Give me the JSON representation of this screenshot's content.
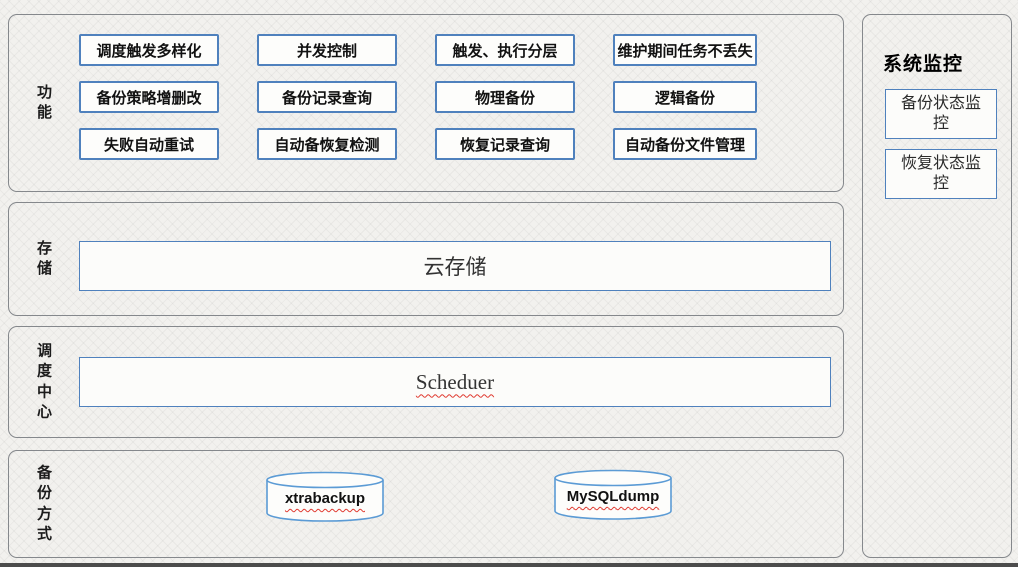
{
  "functions": {
    "label": "功能",
    "items": [
      "调度触发多样化",
      "并发控制",
      "触发、执行分层",
      "维护期间任务不丢失",
      "备份策略增删改",
      "备份记录查询",
      "物理备份",
      "逻辑备份",
      "失败自动重试",
      "自动备恢复检测",
      "恢复记录查询",
      "自动备份文件管理"
    ]
  },
  "storage": {
    "label": "存储",
    "box": "云存储"
  },
  "scheduler": {
    "label": "调度中心",
    "box": "Scheduer"
  },
  "backup": {
    "label": "备份方式",
    "items": [
      "xtrabackup",
      "MySQLdump"
    ]
  },
  "monitoring": {
    "title": "系统监控",
    "items": [
      "备份状态监控",
      "恢复状态监控"
    ]
  },
  "colors": {
    "node_border": "#4f81bd",
    "section_border": "#85888c",
    "squiggle": "#e0392f",
    "text": "#111111"
  }
}
